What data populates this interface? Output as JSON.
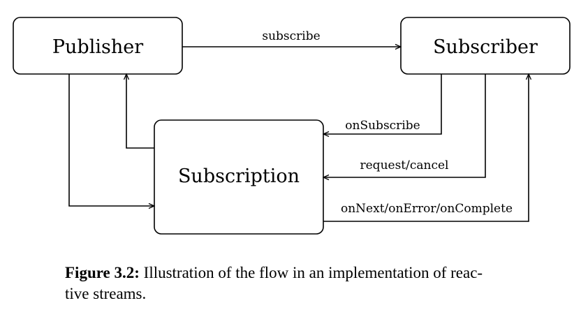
{
  "diagram": {
    "nodes": {
      "publisher": "Publisher",
      "subscriber": "Subscriber",
      "subscription": "Subscription"
    },
    "edges": {
      "subscribe": "subscribe",
      "on_subscribe": "onSubscribe",
      "request_cancel": "request/cancel",
      "on_next": "onNext/onError/onComplete"
    }
  },
  "caption": {
    "label": "Figure 3.2:",
    "line1": " Illustration of the flow in an implementation of reac-",
    "line2": "tive streams."
  }
}
